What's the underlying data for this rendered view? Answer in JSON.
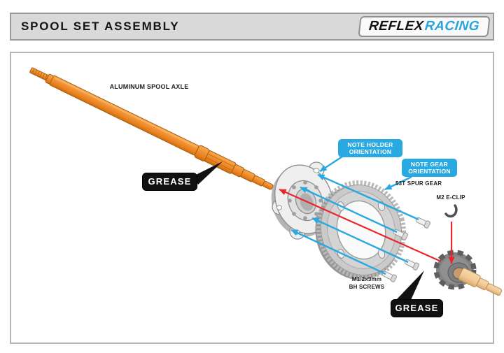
{
  "header": {
    "title": "SPOOL SET ASSEMBLY",
    "logo": {
      "reflex": "REFLEX",
      "racing": "RACING"
    }
  },
  "diagram": {
    "axle_label": "ALUMINUM SPOOL AXLE",
    "grease_label_axle": "GREASE",
    "grease_label_hub": "GREASE",
    "callout_holder": {
      "line1": "NOTE HOLDER",
      "line2": "ORIENTATION"
    },
    "callout_gear": {
      "line1": "NOTE GEAR",
      "line2": "ORIENTATION"
    },
    "spur_gear_label": "53T SPUR GEAR",
    "eclip_label": "M2 E-CLIP",
    "screws_label": {
      "line1": "M1.2x3mm",
      "line2": "BH SCREWS"
    }
  },
  "colors": {
    "callout_blue": "#29A9E1",
    "arrow_blue": "#29A9E1",
    "arrow_red": "#E8262A",
    "axle_orange": "#EE8A28",
    "shaft_tan": "#F2C894",
    "hub_gray": "#8A8A8A",
    "holder_gray": "#EFEFEF",
    "gear_gray": "#CACACA",
    "logo_blue": "#2AA4DC",
    "header_bar_gray": "#D9D9D9",
    "grease_badge_black": "#111111"
  }
}
